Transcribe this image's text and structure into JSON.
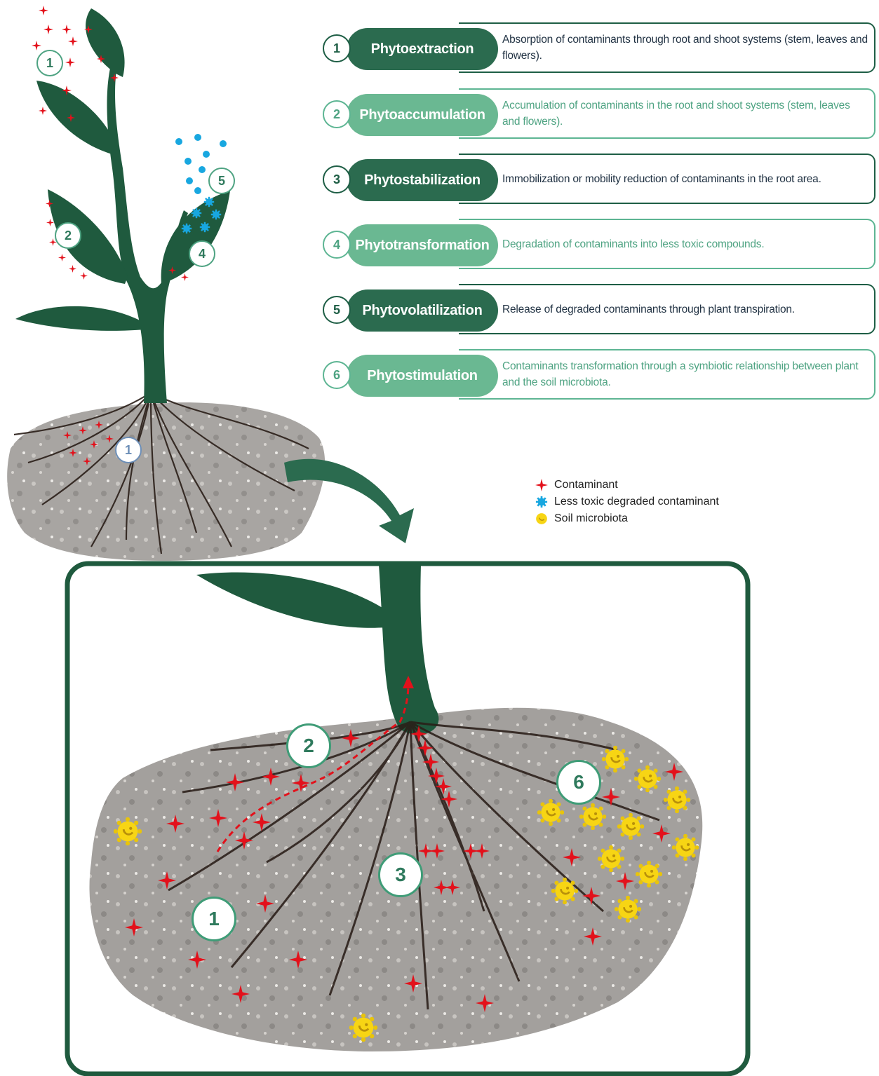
{
  "processes": [
    {
      "number": "1",
      "name": "Phytoextraction",
      "description": "Absorption of contaminants through root and shoot systems (stem, leaves and flowers).",
      "style": "dark"
    },
    {
      "number": "2",
      "name": "Phytoaccumulation",
      "description": "Accumulation of contaminants in the root and shoot systems (stem, leaves and flowers).",
      "style": "light"
    },
    {
      "number": "3",
      "name": "Phytostabilization",
      "description": "Immobilization or mobility reduction of contaminants in the root area.",
      "style": "dark"
    },
    {
      "number": "4",
      "name": "Phytotransformation",
      "description": "Degradation of contaminants into less toxic compounds.",
      "style": "light"
    },
    {
      "number": "5",
      "name": "Phytovolatilization",
      "description": "Release of degraded contaminants through plant transpiration.",
      "style": "dark"
    },
    {
      "number": "6",
      "name": "Phytostimulation",
      "description": "Contaminants transformation through a symbiotic relationship between plant and the soil microbiota.",
      "style": "light"
    }
  ],
  "legend": [
    {
      "label": "Contaminant",
      "icon": "red-star-icon",
      "color": "#e3111b"
    },
    {
      "label": "Less toxic degraded contaminant",
      "icon": "blue-gear-icon",
      "color": "#18a7e0"
    },
    {
      "label": "Soil microbiota",
      "icon": "yellow-microbe-icon",
      "color": "#f5d312"
    }
  ],
  "plant_badges": [
    "1",
    "2",
    "5",
    "4",
    "1"
  ],
  "zoom_badges": [
    "2",
    "6",
    "3",
    "1"
  ],
  "colors": {
    "dark_green": "#1e5e45",
    "plant_green": "#1f5a3e",
    "light_green": "#6ab892",
    "soil_gray": "#9a9896",
    "contaminant_red": "#e3111b",
    "degraded_blue": "#18a7e0",
    "microbe_yellow": "#f5d312"
  }
}
